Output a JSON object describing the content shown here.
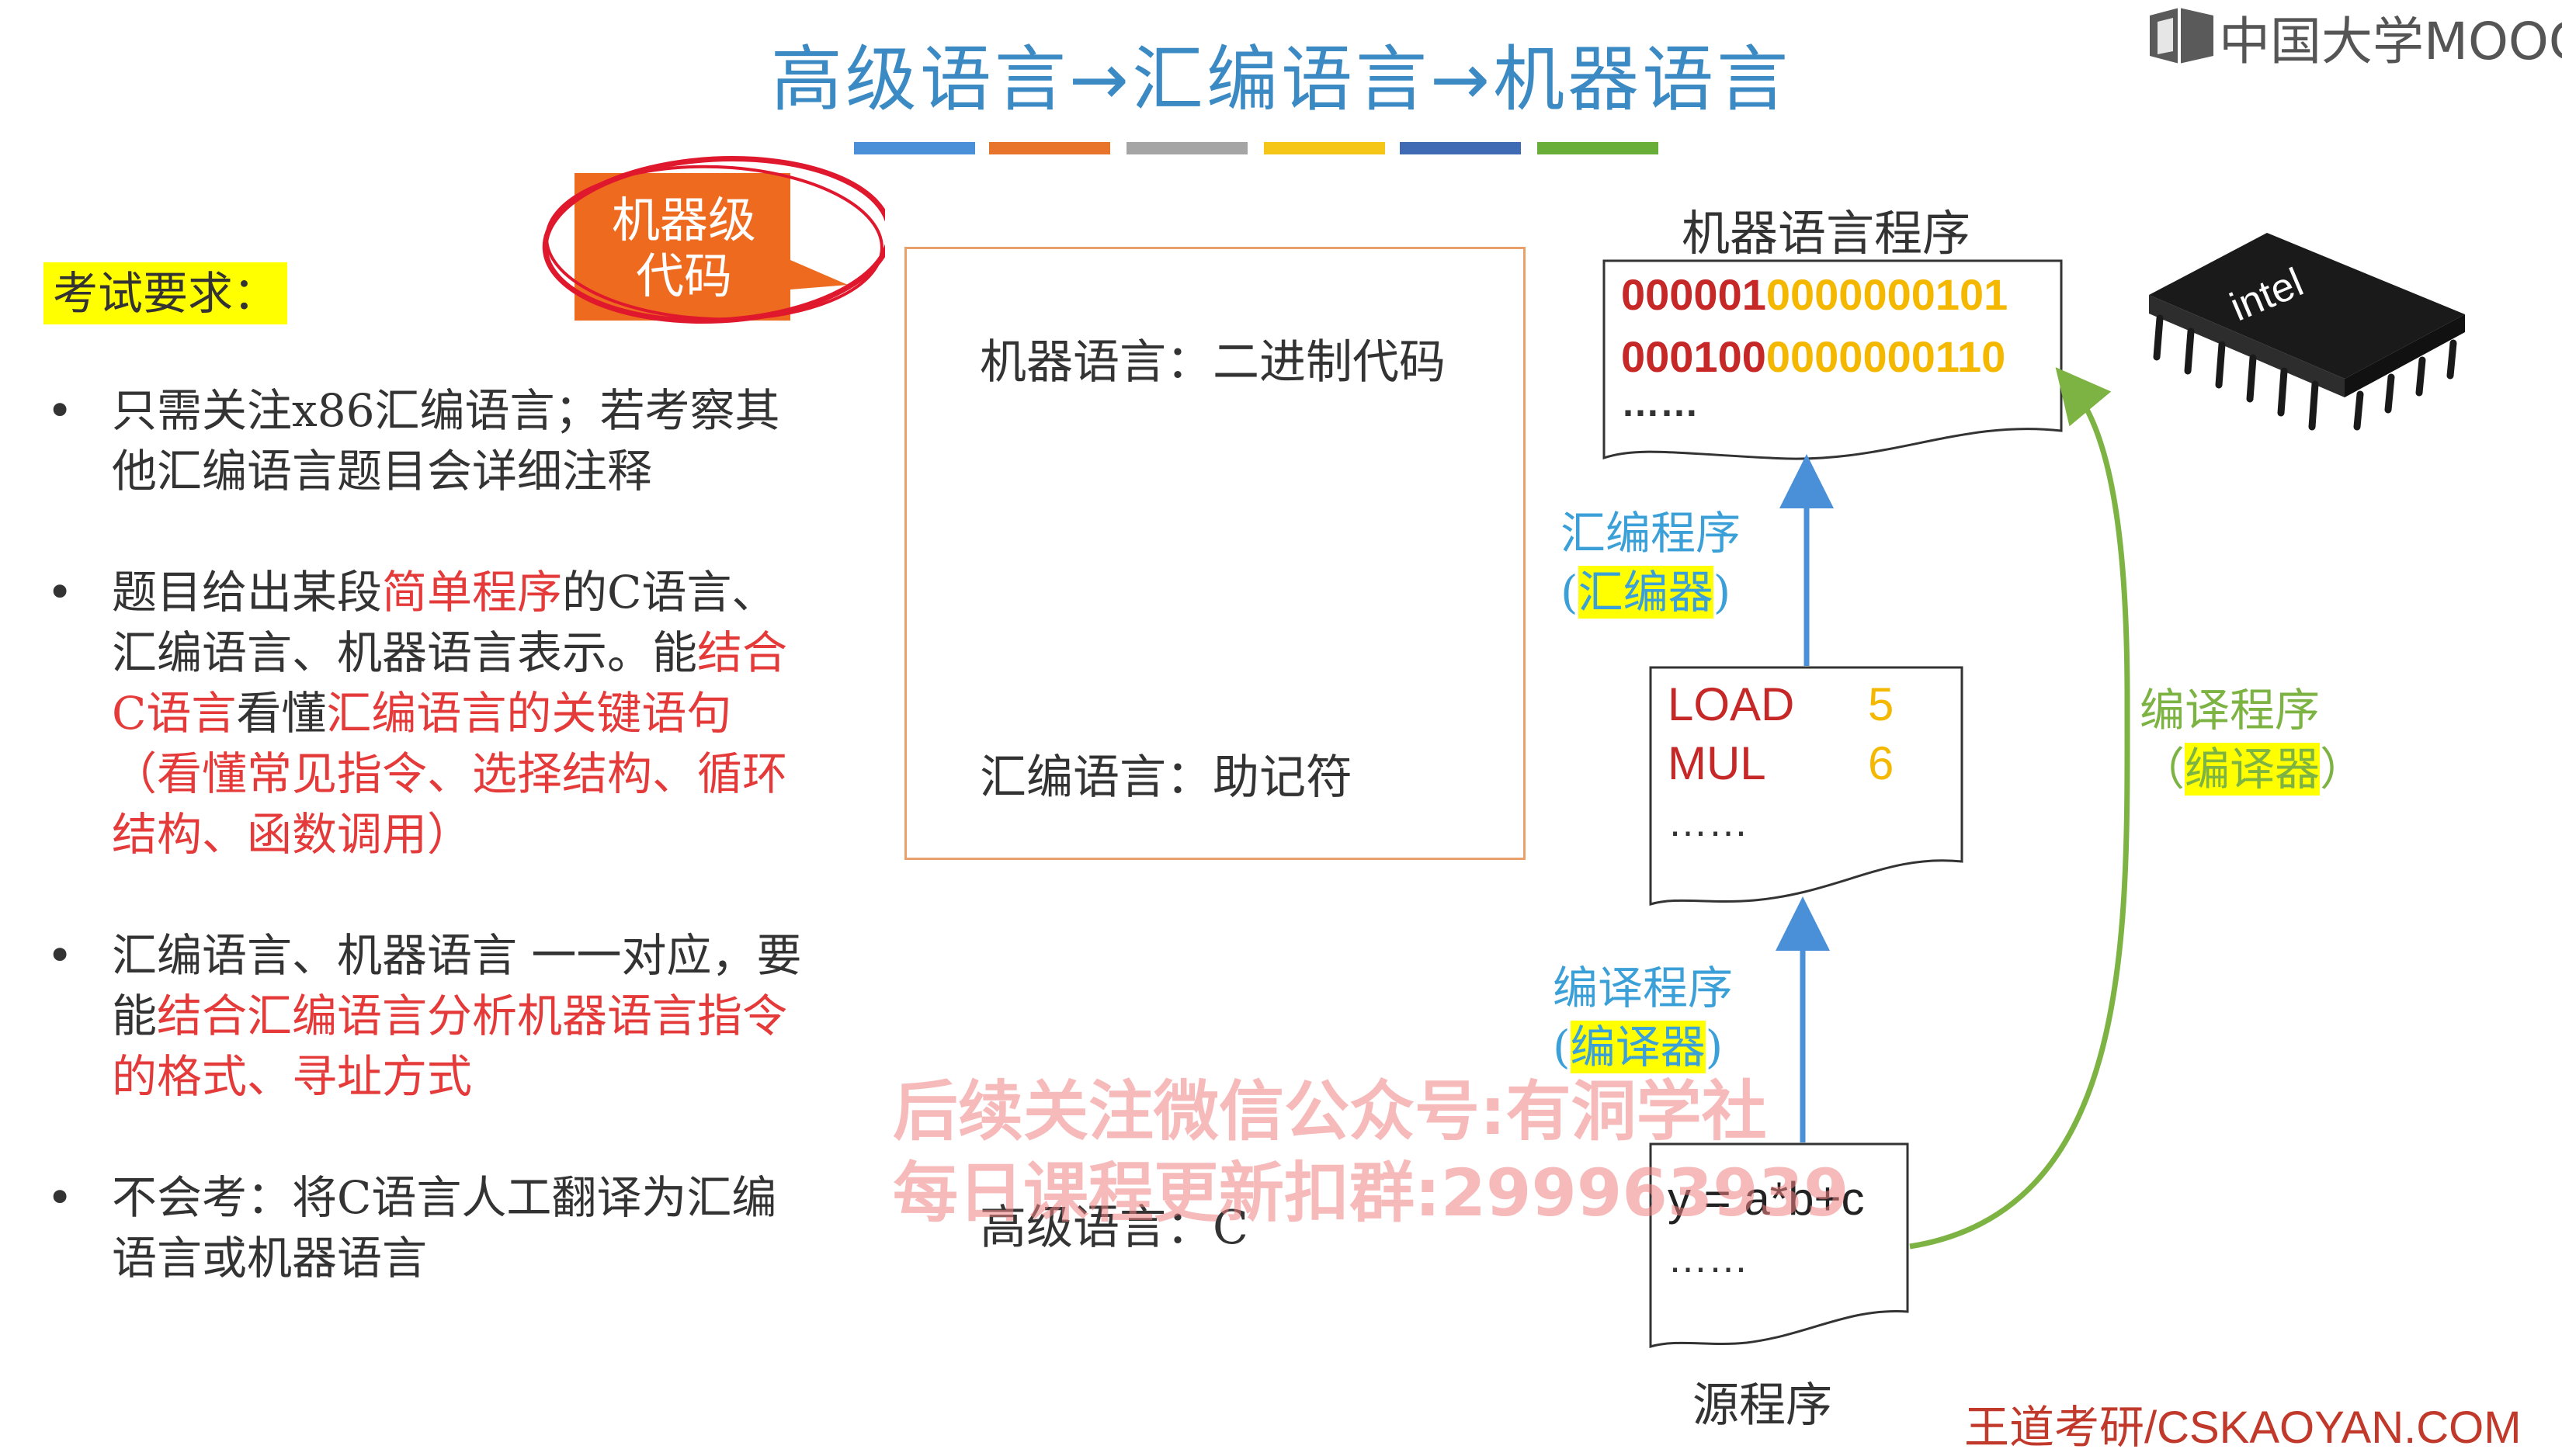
{
  "title": "高级语言→汇编语言→机器语言",
  "title_stripe_colors": [
    "#4A90D9",
    "#E8742C",
    "#A5A5A5",
    "#F5C518",
    "#3F6BB5",
    "#6AAE3A"
  ],
  "brand_logo": "中国大学MOOC",
  "callout": "机器级\n代码",
  "exam_label": "考试要求：",
  "bullets": [
    {
      "parts": [
        {
          "text": "只需关注x86汇编语言；若考察其他汇编语言题目会详细注释",
          "hl": false
        }
      ]
    },
    {
      "parts": [
        {
          "text": "题目给出某段",
          "hl": false
        },
        {
          "text": "简单程序",
          "hl": true
        },
        {
          "text": "的C语言、汇编语言、机器语言表示。能",
          "hl": false
        },
        {
          "text": "结合C语言",
          "hl": true
        },
        {
          "text": "看懂",
          "hl": false
        },
        {
          "text": "汇编语言的关键语句（看懂常见指令、选择结构、循环结构、函数调用）",
          "hl": true
        }
      ]
    },
    {
      "parts": [
        {
          "text": "汇编语言、机器语言 一一对应，要能",
          "hl": false
        },
        {
          "text": "结合汇编语言分析机器语言指令的格式、寻址方式",
          "hl": true
        }
      ]
    },
    {
      "parts": [
        {
          "text": "不会考：将C语言人工翻译为汇编语言或机器语言",
          "hl": false
        }
      ]
    }
  ],
  "panel": {
    "machine": "机器语言：二进制代码",
    "assembly": "汇编语言：助记符",
    "high": "高级语言：C"
  },
  "machine_program": {
    "heading": "机器语言程序",
    "lines": [
      {
        "prefix": "000001",
        "suffix": "0000000101"
      },
      {
        "prefix": "000100",
        "suffix": "0000000110"
      }
    ],
    "ellipsis": "……"
  },
  "assembly_program": {
    "lines": [
      {
        "op": "LOAD",
        "arg": "5"
      },
      {
        "op": "MUL",
        "arg": "6"
      }
    ],
    "ellipsis": "……"
  },
  "source_program": {
    "code": "y = a*b+c",
    "ellipsis": "……",
    "caption": "源程序"
  },
  "assembler_label": {
    "line1": "汇编程序",
    "paren_open": "(",
    "tool": "汇编器",
    "paren_close": ")"
  },
  "compiler_label_mid": {
    "line1": "编译程序",
    "paren_open": "(",
    "tool": "编译器",
    "paren_close": ")"
  },
  "compiler_label_right": {
    "line1": "编译程序",
    "paren_open": "（",
    "tool": "编译器",
    "paren_close": "）"
  },
  "chip_brand": "intel",
  "watermark": {
    "line1": "后续关注微信公众号:有洞学社",
    "line2": "每日课程更新扣群:299963939"
  },
  "footer_brand": "王道考研/CSKAOYAN.COM",
  "colors": {
    "title": "#3B8AC4",
    "highlight_red": "#E53A3A",
    "machine_prefix": "#C62828",
    "machine_suffix": "#F5B800",
    "asm_op": "#C62828",
    "asm_arg": "#F5B800",
    "arrow_blue": "#4A90D9",
    "arrow_green": "#7CB342",
    "callout_fill": "#EE6A1E"
  }
}
